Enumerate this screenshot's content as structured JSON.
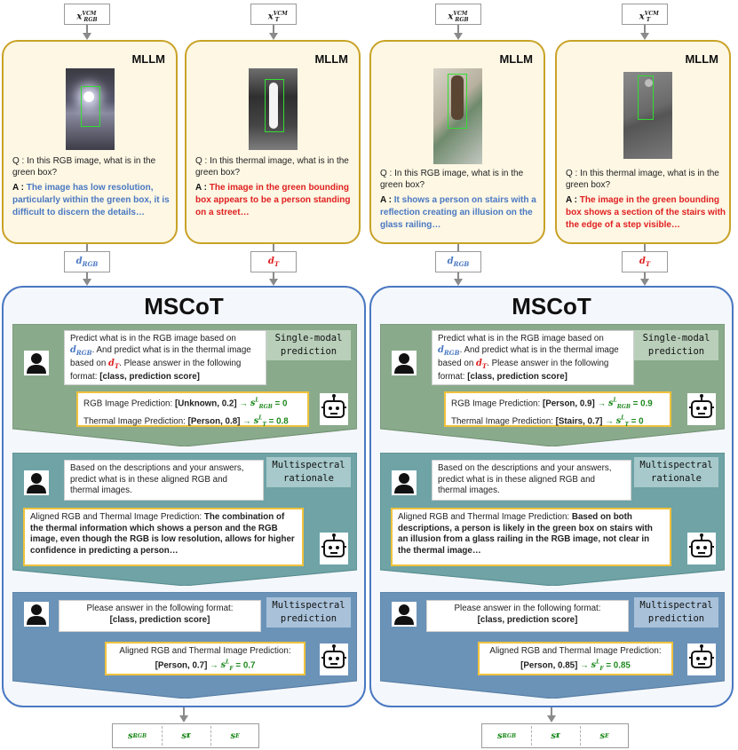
{
  "inputs": {
    "x_rgb": "x",
    "x_rgb_sup": "VCM",
    "x_rgb_sub": "RGB",
    "x_t": "x",
    "x_t_sup": "VCM",
    "x_t_sub": "T"
  },
  "mllm_title": "MLLM",
  "panels": [
    {
      "question": "Q : In this RGB image, what is in the green box?",
      "answer_label": "A :",
      "answer": "The image has low resolution, particularly within the green box, it is difficult to discern the details…"
    },
    {
      "question": "Q : In this thermal image, what is in the green box?",
      "answer_label": "A :",
      "answer": "The image in the green bounding box appears to be a person standing on a street…"
    },
    {
      "question": "Q : In this RGB image, what is in the green box?",
      "answer_label": "A :",
      "answer": "It shows a person on stairs with a reflection creating an illusion on the glass railing…"
    },
    {
      "question": "Q : In this thermal image, what is in the green box?",
      "answer_label": "A :",
      "answer": "The image in the green bounding box shows a section of the stairs with the edge of a step visible…"
    }
  ],
  "descriptions": {
    "d": "d",
    "d_rgb_sub": "RGB",
    "d_t_sub": "T"
  },
  "mscot_title": "MSCoT",
  "stage_tags": {
    "single_1": "Single-modal",
    "single_2": "prediction",
    "rationale_1": "Multispectral",
    "rationale_2": "rationale",
    "multi_1": "Multispectral",
    "multi_2": "prediction"
  },
  "prompts": {
    "single_a": "Predict what is in the RGB image based on",
    "single_b": ". And predict what is in the thermal image based on",
    "single_c": ". Please answer in the following format:",
    "format": "[class, prediction score]",
    "rationale": "Based on the descriptions and your answers, predict what is in these aligned RGB and thermal images.",
    "multi": "Please answer in the following format:"
  },
  "left": {
    "rgb_pred_label": "RGB Image Prediction:",
    "rgb_pred": "[Unknown, 0.2]",
    "rgb_score": "= 0",
    "thermal_pred_label": "Thermal Image Prediction:",
    "thermal_pred": "[Person, 0.8]",
    "thermal_score": "= 0.8",
    "rationale_label": "Aligned RGB and Thermal Image Prediction:",
    "rationale": "The combination of the thermal information which shows a person and the RGB image, even though the RGB is low resolution, allows for higher confidence in predicting a person…",
    "final_label": "Aligned RGB and Thermal Image Prediction:",
    "final_pred": "[Person, 0.7]",
    "final_score": "= 0.7"
  },
  "right": {
    "rgb_pred_label": "RGB Image Prediction:",
    "rgb_pred": "[Person, 0.9]",
    "rgb_score": "= 0.9",
    "thermal_pred_label": "Thermal Image Prediction:",
    "thermal_pred": "[Stairs, 0.7]",
    "thermal_score": "= 0",
    "rationale_label": "Aligned RGB and Thermal Image Prediction:",
    "rationale": "Based on both descriptions, a person is likely in the green box on stairs with an illusion from a glass railing in the RGB image, not clear in the thermal image…",
    "final_label": "Aligned RGB and Thermal Image Prediction:",
    "final_pred": "[Person, 0.85]",
    "final_score": "= 0.85"
  },
  "scores": {
    "s": "s",
    "sup": "L",
    "rgb_sub": "RGB",
    "t_sub": "T",
    "f_sub": "F"
  },
  "colors": {
    "mllm_border": "#c9a227",
    "mllm_fill": "#fdf7e4",
    "mscot_border": "#4a78c2",
    "stage1": "#8aaa8c",
    "stage2": "#6fa3a6",
    "stage3": "#6b93b8",
    "rgb_text": "#4a78c2",
    "thermal_text": "#e02020",
    "score_text": "#1f8a1f"
  },
  "icons": [
    "user-icon",
    "robot-icon",
    "arrow-down-icon"
  ]
}
